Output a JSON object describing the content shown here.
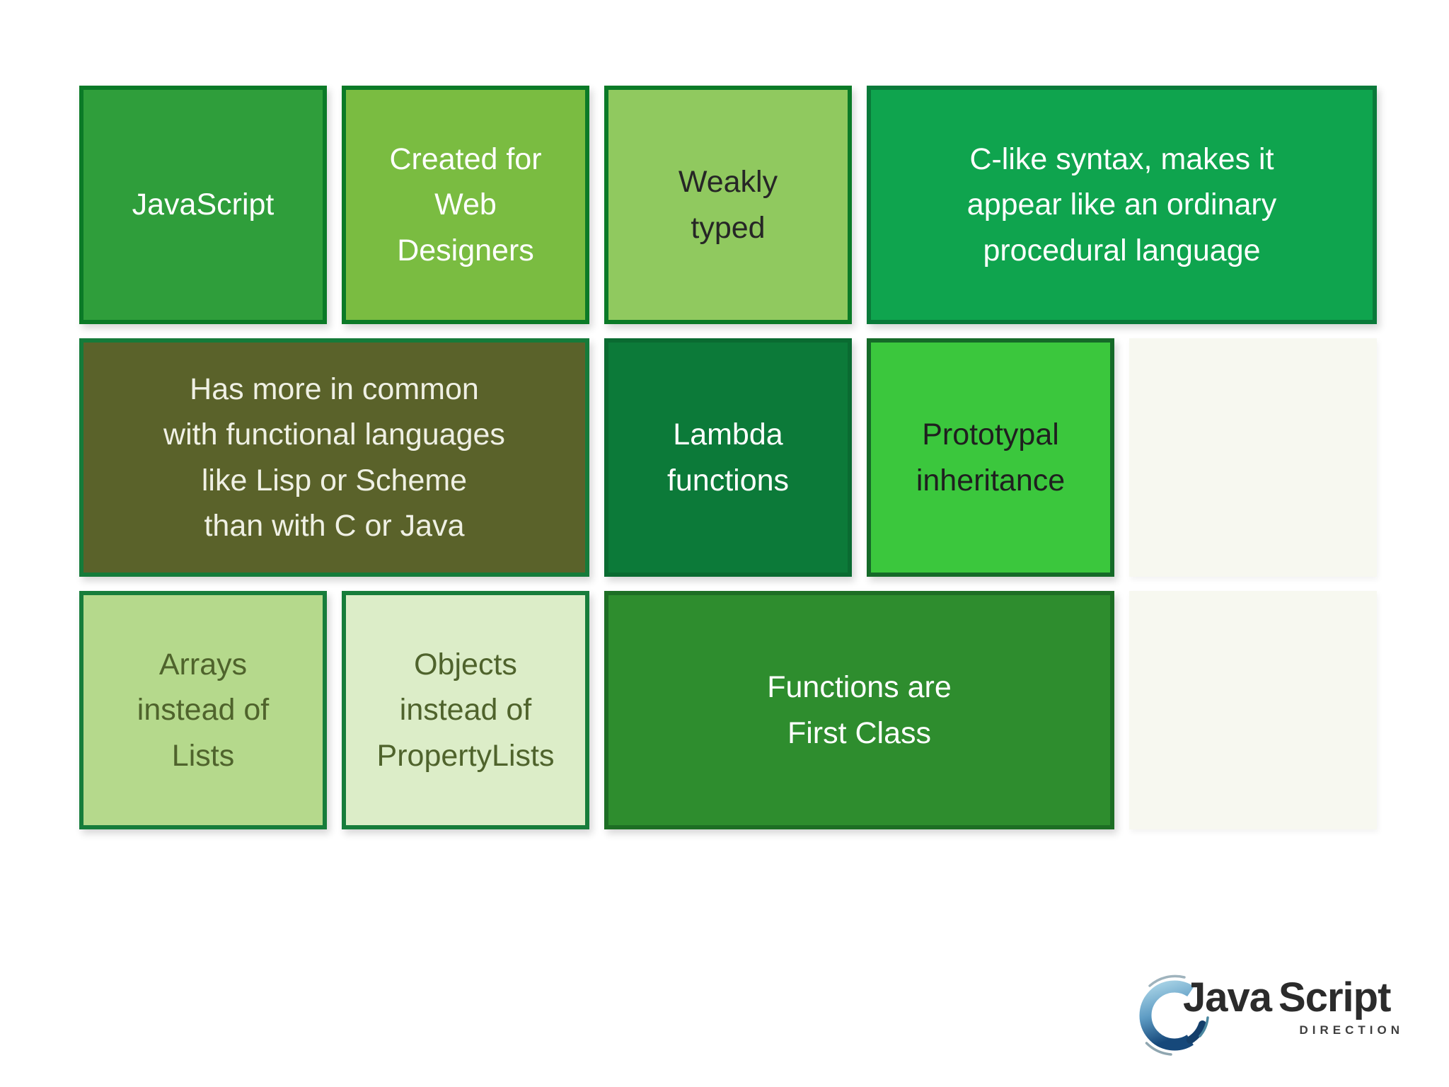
{
  "background_color": "#FFFFFF",
  "board": {
    "tiles": [
      {
        "name": "javascript",
        "text": "JavaScript",
        "fill": "#2F9E3B",
        "border": "#0B7A27",
        "color": "#FFFFFF"
      },
      {
        "name": "created-for-web-designers",
        "text": "Created for\nWeb\nDesigners",
        "fill": "#7ABC41",
        "border": "#0B7A27",
        "color": "#FFFFFF"
      },
      {
        "name": "weakly-typed",
        "text": "Weakly\ntyped",
        "fill": "#90C95F",
        "border": "#0B7A27",
        "color": "#262626"
      },
      {
        "name": "c-like-syntax",
        "text": "C-like syntax, makes it\nappear like an ordinary\nprocedural language",
        "fill": "#0FA44E",
        "border": "#0A7A3A",
        "color": "#FFFFFF"
      },
      {
        "name": "functional-languages",
        "text": "Has more in common\nwith functional languages\nlike Lisp or Scheme\nthan with C or Java",
        "fill": "#5A622A",
        "border": "#157B3A",
        "color": "#EFF0E4"
      },
      {
        "name": "lambda-functions",
        "text": "Lambda\nfunctions",
        "fill": "#0C7A39",
        "border": "#0A6B31",
        "color": "#FFFFFF"
      },
      {
        "name": "prototypal-inheritance",
        "text": "Prototypal\ninheritance",
        "fill": "#3BC73D",
        "border": "#156A28",
        "color": "#1F1F1F"
      },
      {
        "name": "empty-tile-1",
        "text": "",
        "fill": "#F7F8F0",
        "border": "",
        "color": "#1F1F1F"
      },
      {
        "name": "arrays-instead-of-lists",
        "text": "Arrays\ninstead of\nLists",
        "fill": "#B5D98C",
        "border": "#177D3B",
        "color": "#4F632C"
      },
      {
        "name": "objects-instead-of-propertylists",
        "text": "Objects\ninstead of\nPropertyLists",
        "fill": "#DCEDC8",
        "border": "#177D3B",
        "color": "#4F632C"
      },
      {
        "name": "functions-are-first-class",
        "text": "Functions are\nFirst Class",
        "fill": "#2E8D2E",
        "border": "#1D6E24",
        "color": "#FFFFFF"
      },
      {
        "name": "empty-tile-2",
        "text": "",
        "fill": "#F7F8F0",
        "border": "",
        "color": "#1F1F1F"
      }
    ]
  },
  "logo": {
    "word_1": "Java",
    "word_2": "Script",
    "subtitle": "DIRECTION",
    "text_color": "#2B2B2B",
    "subtitle_color": "#3E3E3E",
    "swirl_gradient": [
      "#A8D3E6",
      "#5E9CC4",
      "#16487A"
    ],
    "swirl_accent_color": "#9FB3BD",
    "swirl_tail_color": "#143F6B"
  }
}
